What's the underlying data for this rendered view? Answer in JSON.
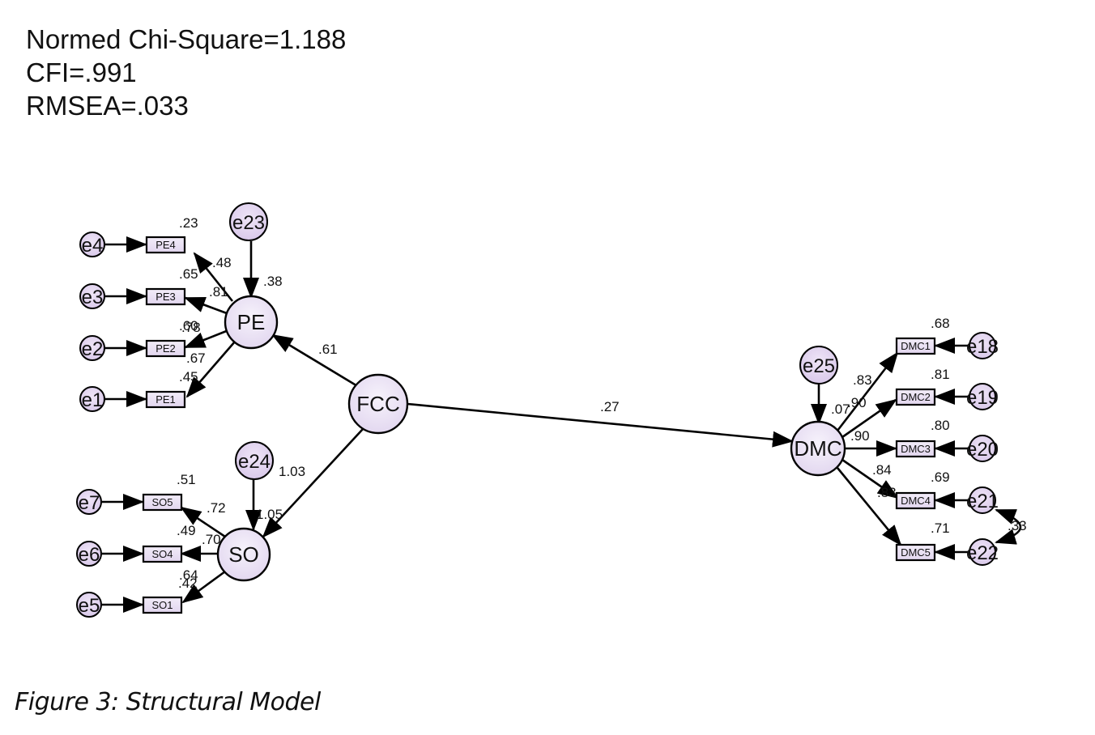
{
  "fit_indices": {
    "line1": "Normed Chi-Square=1.188",
    "line2": "CFI=.991",
    "line3": "RMSEA=.033"
  },
  "caption": "Figure 3: Structural Model",
  "latent": {
    "pe": "PE",
    "so": "SO",
    "fcc": "FCC",
    "dmc": "DMC"
  },
  "errors_latent": {
    "e23": "e23",
    "e24": "e24",
    "e25": "e25"
  },
  "indicators": {
    "pe4": "PE4",
    "pe3": "PE3",
    "pe2": "PE2",
    "pe1": "PE1",
    "so5": "SO5",
    "so4": "SO4",
    "so1": "SO1",
    "dmc1": "DMC1",
    "dmc2": "DMC2",
    "dmc3": "DMC3",
    "dmc4": "DMC4",
    "dmc5": "DMC5"
  },
  "errors_indicator": {
    "e4": "e4",
    "e3": "e3",
    "e2": "e2",
    "e1": "e1",
    "e7": "e7",
    "e6": "e6",
    "e5": "e5",
    "e18": "e18",
    "e19": "e19",
    "e20": "e20",
    "e21": "e21",
    "e22": "e22"
  },
  "coefficients": {
    "fcc_pe": ".61",
    "fcc_so": "1.05",
    "fcc_dmc": ".27",
    "r2_pe": ".38",
    "r2_so": "1.03",
    "r2_dmc": ".07",
    "pe4_loading": ".48",
    "pe4_r2": ".23",
    "pe3_loading": ".81",
    "pe3_r2": ".65",
    "pe2_loading": ".78",
    "pe2_r2": ".60",
    "pe1_loading": ".67",
    "pe1_r2": ".45",
    "so5_loading": ".72",
    "so5_r2": ".51",
    "so4_loading": ".70",
    "so4_r2": ".49",
    "so1_loading": ".64",
    "so1_r2": ".42",
    "dmc1_loading": ".83",
    "dmc1_r2": ".68",
    "dmc2_loading": ".90",
    "dmc2_r2": ".81",
    "dmc3_loading": ".90",
    "dmc3_r2": ".80",
    "dmc4_loading": ".84",
    "dmc4_r2": ".69",
    "dmc5_loading": ".83",
    "dmc5_r2": ".71",
    "e21_e22_cov": ".33"
  }
}
